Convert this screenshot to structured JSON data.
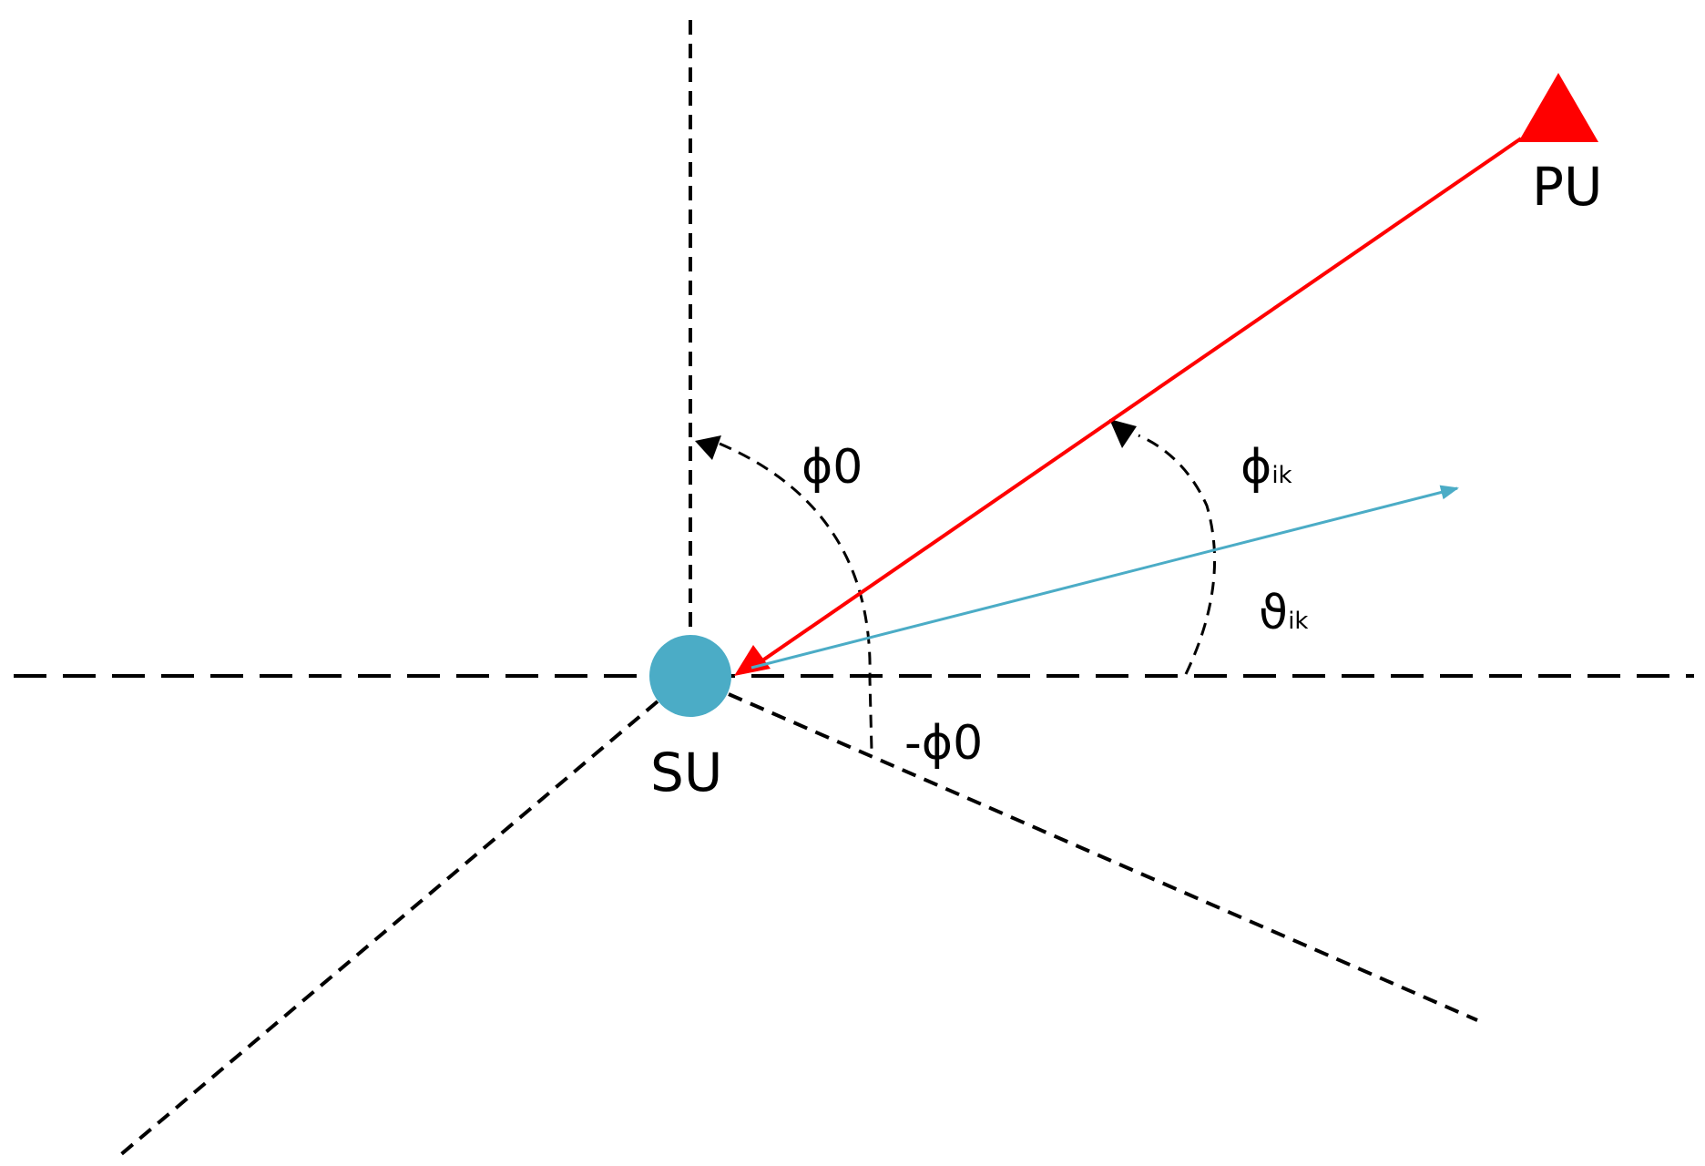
{
  "labels": {
    "pu": "PU",
    "su": "SU",
    "phi0": "ϕ0",
    "neg_phi0": "-ϕ0",
    "phi_ik": {
      "symbol": "ϕ",
      "sub": "ik"
    },
    "theta_ik": {
      "symbol": "ϑ",
      "sub": "ik"
    }
  },
  "colors": {
    "pu": "#ff0000",
    "su": "#4bacc6",
    "axes": "#000000"
  }
}
